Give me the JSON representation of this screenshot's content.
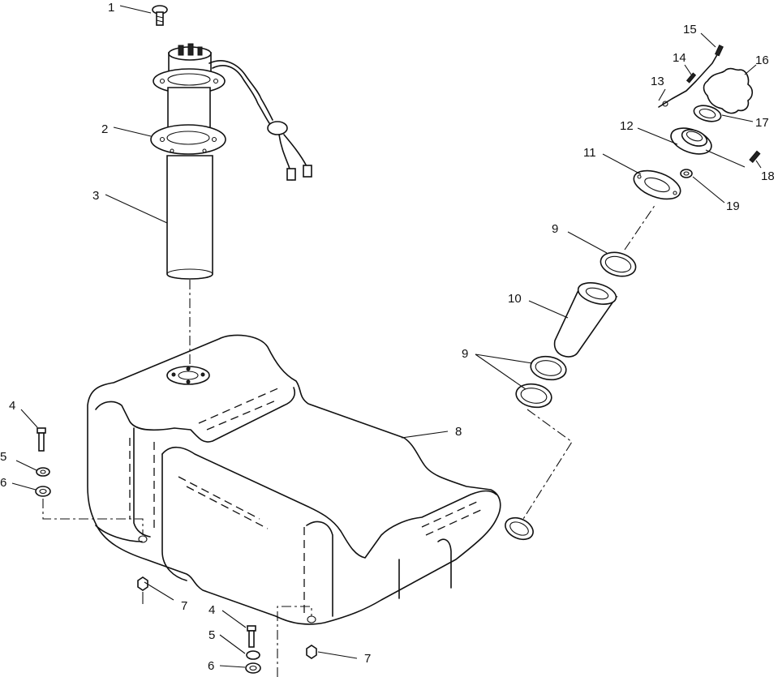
{
  "callouts": [
    {
      "id": "c1",
      "text": "1"
    },
    {
      "id": "c2",
      "text": "2"
    },
    {
      "id": "c3",
      "text": "3"
    },
    {
      "id": "c4a",
      "text": "4"
    },
    {
      "id": "c5a",
      "text": "5"
    },
    {
      "id": "c6a",
      "text": "6"
    },
    {
      "id": "c7a",
      "text": "7"
    },
    {
      "id": "c4b",
      "text": "4"
    },
    {
      "id": "c5b",
      "text": "5"
    },
    {
      "id": "c6b",
      "text": "6"
    },
    {
      "id": "c7b",
      "text": "7"
    },
    {
      "id": "c8",
      "text": "8"
    },
    {
      "id": "c9a",
      "text": "9"
    },
    {
      "id": "c9b",
      "text": "9"
    },
    {
      "id": "c10",
      "text": "10"
    },
    {
      "id": "c11",
      "text": "11"
    },
    {
      "id": "c12",
      "text": "12"
    },
    {
      "id": "c13",
      "text": "13"
    },
    {
      "id": "c14",
      "text": "14"
    },
    {
      "id": "c15",
      "text": "15"
    },
    {
      "id": "c16",
      "text": "16"
    },
    {
      "id": "c17",
      "text": "17"
    },
    {
      "id": "c18",
      "text": "18"
    },
    {
      "id": "c19",
      "text": "19"
    }
  ]
}
